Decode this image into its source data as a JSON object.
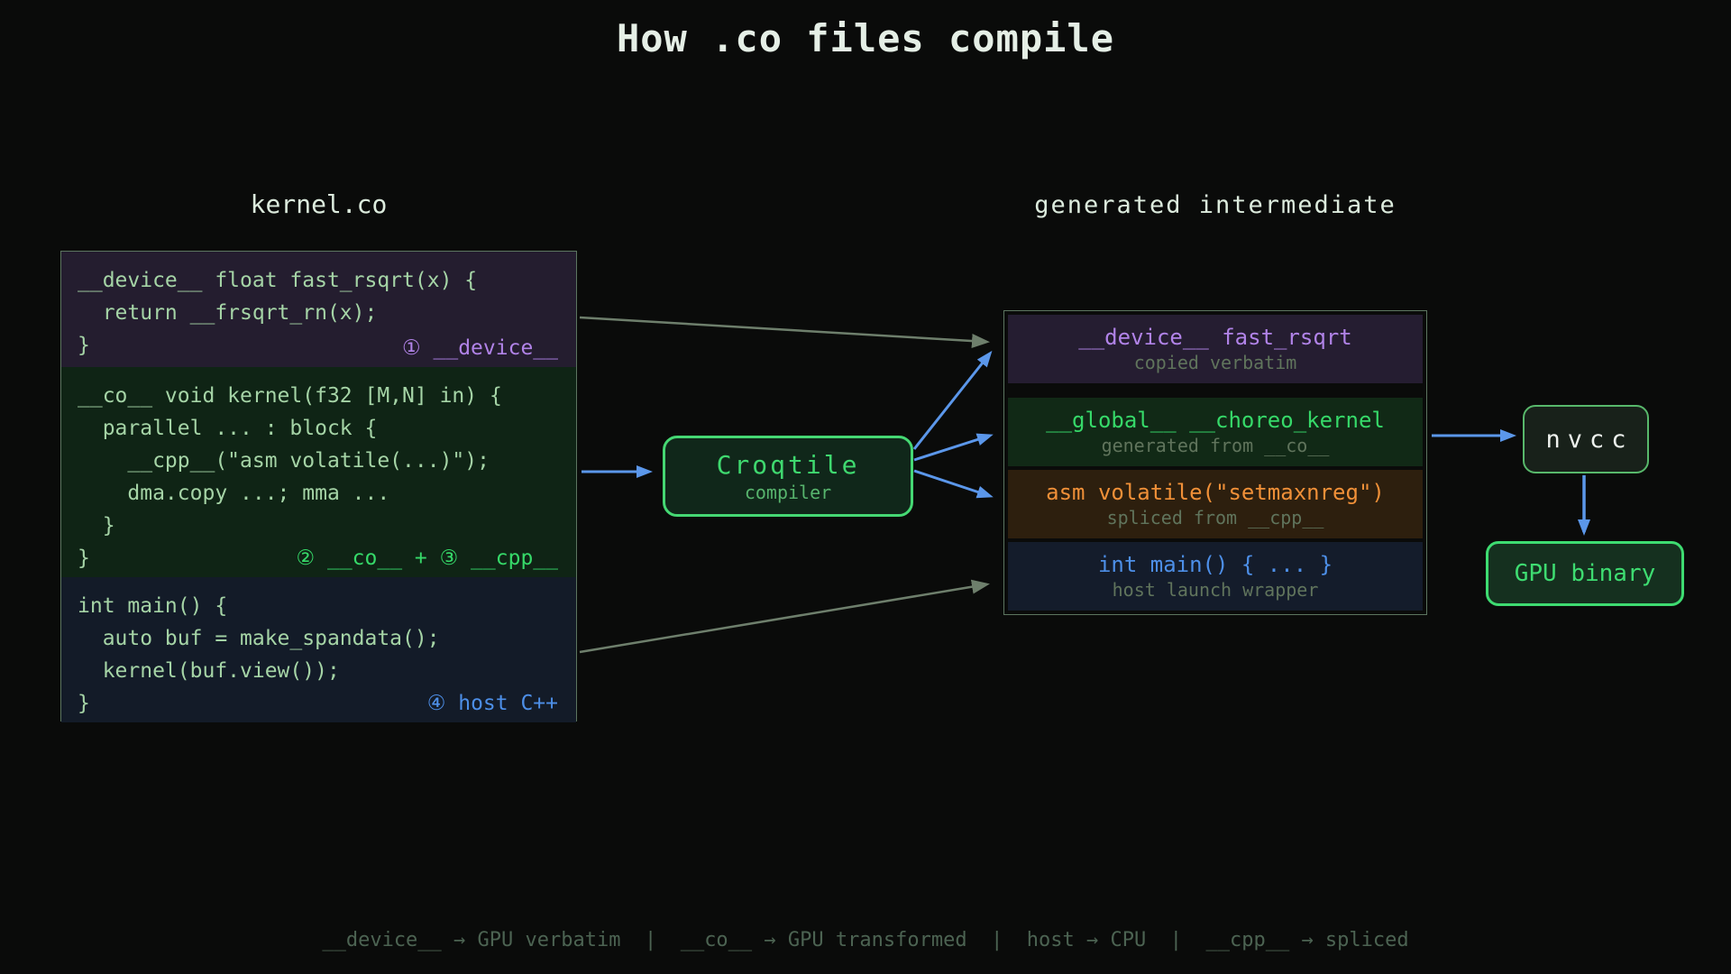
{
  "title": "How .co files compile",
  "source_panel": {
    "title": "kernel.co",
    "sections": [
      {
        "name": "device-function",
        "lines": [
          "__device__ float fast_rsqrt(x) {",
          "  return __frsqrt_rn(x);",
          "}"
        ],
        "label": "① __device__"
      },
      {
        "name": "co-kernel",
        "lines": [
          "__co__ void kernel(f32 [M,N] in) {",
          "  parallel ... : block {",
          "    __cpp__(\"asm volatile(...)\");",
          "    dma.copy ...; mma ...",
          "  }",
          "}"
        ],
        "label": "② __co__ + ③ __cpp__"
      },
      {
        "name": "host-main",
        "lines": [
          "int main() {",
          "  auto buf = make_spandata();",
          "  kernel(buf.view());",
          "}"
        ],
        "label": "④ host C++"
      }
    ]
  },
  "compiler_box": {
    "name": "Croqtile",
    "subtitle": "compiler"
  },
  "intermediate_panel": {
    "title": "generated intermediate",
    "sections": [
      {
        "code": "__device__ fast_rsqrt",
        "note": "copied verbatim"
      },
      {
        "code": "__global__ __choreo_kernel",
        "note": "generated from __co__"
      },
      {
        "code": "asm volatile(\"setmaxnreg\")",
        "note": "spliced from __cpp__"
      },
      {
        "code": "int main() { ... }",
        "note": "host launch wrapper"
      }
    ]
  },
  "output_boxes": {
    "nvcc": "nvcc",
    "gpu_binary": "GPU binary"
  },
  "legend": "__device__ → GPU verbatim  |  __co__ → GPU transformed  |  host → CPU  |  __cpp__ → spliced",
  "colors": {
    "background": "#0a0b0a",
    "device_purple": "#b183e8",
    "device_bg": "#241d2f",
    "co_green": "#36d969",
    "co_bg": "#0f2415",
    "host_blue": "#4d8fe8",
    "host_bg": "#131b28",
    "asm_orange": "#f09038",
    "asm_bg": "#2d1f0e",
    "code_text": "#a5d4a6",
    "compiler_border": "#45d873",
    "arrow_blue": "#5b97ea",
    "arrow_muted": "#6e7f6c",
    "note_gray": "#60745c",
    "legend_gray": "#4c6352"
  }
}
